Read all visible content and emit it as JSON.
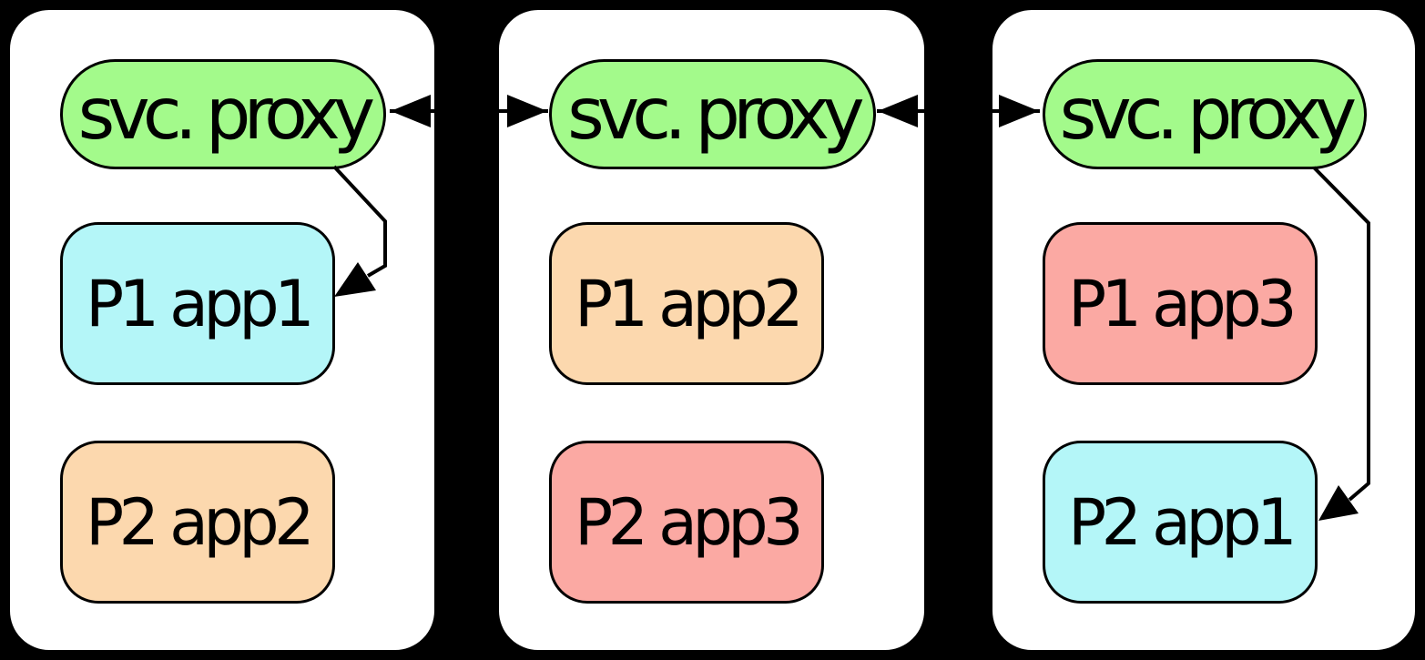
{
  "diagram": {
    "description": "Three hosts, each running a service proxy and two application processes; proxies are linked bidirectionally and route to apps",
    "colors": {
      "canvas_bg": "#000000",
      "host_fill": "#FFFFFF",
      "node_stroke": "#000000",
      "edge": "#000000",
      "text": "#000000",
      "proxy_fill": "#A3FA8B",
      "app1_fill": "#B4F6F8",
      "app2_fill": "#FCD8AE",
      "app3_fill": "#FBA9A3"
    },
    "hosts": [
      {
        "proxy": {
          "label": "svc. proxy",
          "fill": "#A3FA8B"
        },
        "apps": [
          {
            "label": "P1 app1",
            "fill": "#B4F6F8"
          },
          {
            "label": "P2 app2",
            "fill": "#FCD8AE"
          }
        ]
      },
      {
        "proxy": {
          "label": "svc. proxy",
          "fill": "#A3FA8B"
        },
        "apps": [
          {
            "label": "P1 app2",
            "fill": "#FCD8AE"
          },
          {
            "label": "P2 app3",
            "fill": "#FBA9A3"
          }
        ]
      },
      {
        "proxy": {
          "label": "svc. proxy",
          "fill": "#A3FA8B"
        },
        "apps": [
          {
            "label": "P1 app3",
            "fill": "#FBA9A3"
          },
          {
            "label": "P2 app1",
            "fill": "#B4F6F8"
          }
        ]
      }
    ],
    "edges": [
      {
        "from": "host1 svc. proxy",
        "to": "host2 svc. proxy",
        "style": "double-headed-arrow"
      },
      {
        "from": "host2 svc. proxy",
        "to": "host3 svc. proxy",
        "style": "double-headed-arrow"
      },
      {
        "from": "host1 svc. proxy",
        "to": "host1 P1 app1",
        "style": "arrow"
      },
      {
        "from": "host3 svc. proxy",
        "to": "host3 P2 app1",
        "style": "arrow"
      }
    ]
  }
}
